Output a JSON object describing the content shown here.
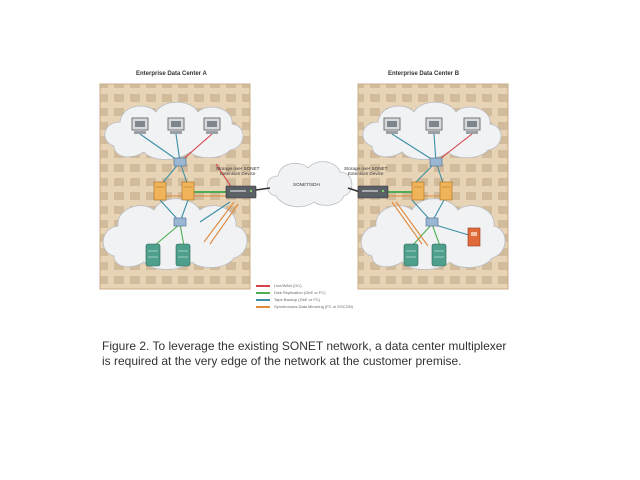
{
  "diagram": {
    "data_center_a": {
      "title": "Enterprise Data Center A"
    },
    "data_center_b": {
      "title": "Enterprise Data Center B"
    },
    "mux_a_label": [
      "Storage over SONET",
      "Extension Device"
    ],
    "mux_b_label": [
      "Storage over SONET",
      "Extension Device"
    ],
    "wan_label": "SONET/SDH",
    "legend": [
      {
        "label": "Line/WAN (OC)",
        "color": "#d9404a"
      },
      {
        "label": "Disk Replication (GbE or FC)",
        "color": "#4fae52"
      },
      {
        "label": "Tape Backup (GbE or FC)",
        "color": "#3c8fa6"
      },
      {
        "label": "Synchronous Data Mirroring (FC or ESCON)",
        "color": "#e08a3c"
      }
    ]
  },
  "caption": {
    "line1": "Figure 2. To leverage the existing SONET network, a data center multiplexer",
    "line2": "is required at the very edge of the network at the customer premise."
  },
  "colors": {
    "building": "#e7d3b5",
    "cloud": "#f1f2f4",
    "server": "#f0b35a",
    "storage": "#4e9f8c",
    "mux": "#5b5f66",
    "tape": "#e06a3a"
  }
}
